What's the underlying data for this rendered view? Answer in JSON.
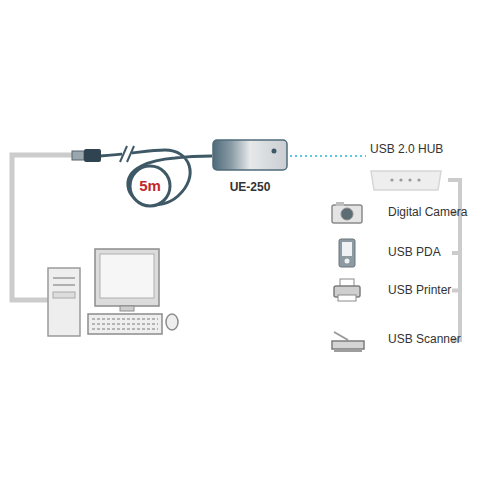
{
  "diagram": {
    "nodes": [
      {
        "text": [
          "5m"
        ]
      },
      {
        "text": [
          "UE-250"
        ]
      },
      {
        "text": [
          "USB 2.0 HUB"
        ]
      },
      {
        "text": [
          "Digital Camera"
        ]
      },
      {
        "text": [
          "USB PDA"
        ]
      },
      {
        "text": [
          "USB Printer"
        ]
      },
      {
        "text": [
          "USB Scanner"
        ]
      }
    ],
    "edges": [
      {
        "from": 1,
        "to": 2,
        "arrow": "none"
      },
      {
        "from": 2,
        "to": 3,
        "arrow": "none"
      },
      {
        "from": 2,
        "to": 4,
        "arrow": "none"
      },
      {
        "from": 2,
        "to": 5,
        "arrow": "none"
      },
      {
        "from": 2,
        "to": 6,
        "arrow": "none"
      }
    ]
  }
}
